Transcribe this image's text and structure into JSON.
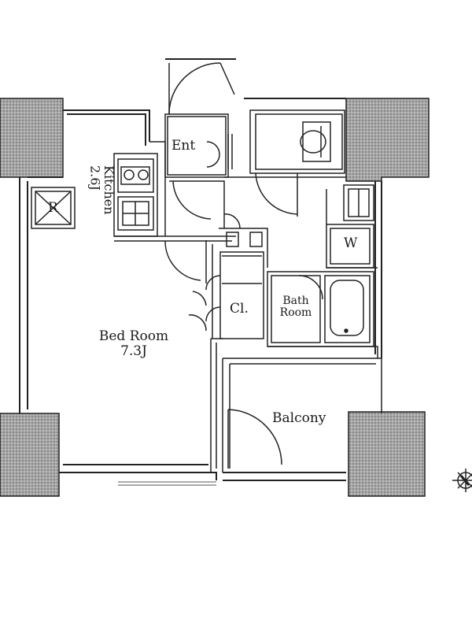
{
  "rooms": {
    "entrance": "Ent",
    "kitchen": {
      "name": "Kitchen",
      "size": "2.6J"
    },
    "refrigerator": "R",
    "washer": "W",
    "bath": {
      "name": "Bath",
      "size": "Room"
    },
    "closet": "Cl.",
    "bedroom": {
      "name": "Bed Room",
      "size": "7.3J"
    },
    "balcony": "Balcony"
  },
  "colors": {
    "wall": "#8f8f8f",
    "line": "#222222",
    "fill": "#bdbdbd"
  },
  "icons": [
    "compass-icon"
  ]
}
